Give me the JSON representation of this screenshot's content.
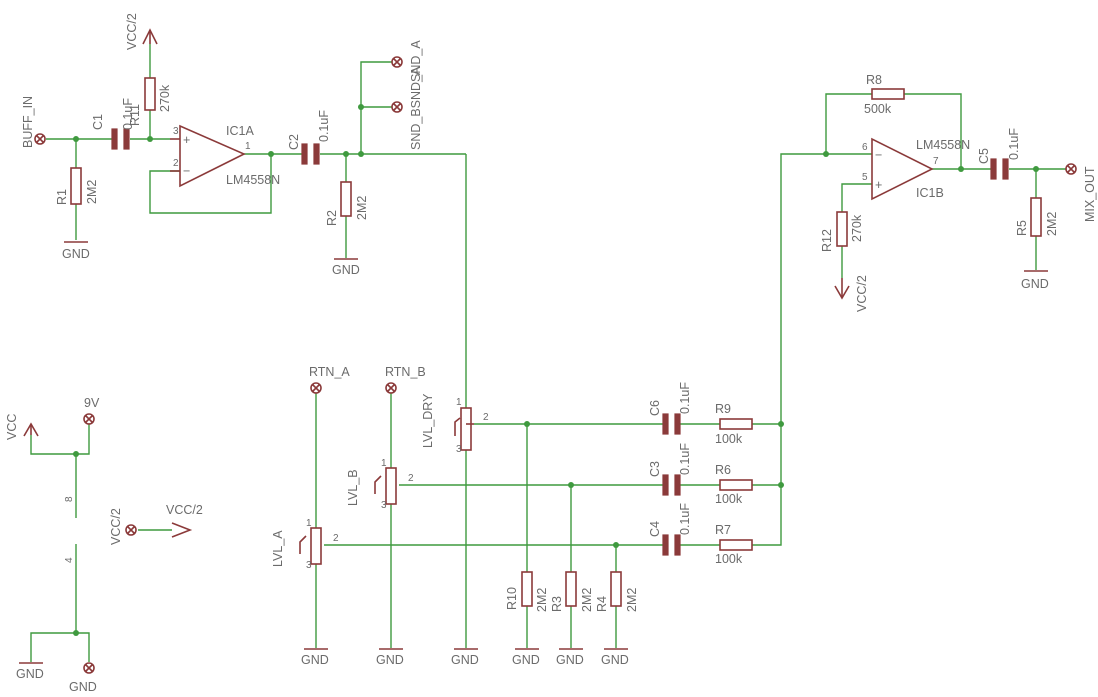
{
  "colors": {
    "wire": "#3f9a3f",
    "part": "#8b3a3a",
    "text": "#6b6b6b"
  },
  "nets": {
    "buff_in": "BUFF_IN",
    "snd_a": "SND_A",
    "snd_bsnd_a": "SND_BSND_A",
    "mix_out": "MIX_OUT",
    "rtn_a": "RTN_A",
    "rtn_b": "RTN_B",
    "vcc": "VCC",
    "vcc2": "VCC/2",
    "v9": "9V",
    "gnd": "GND"
  },
  "resistors": {
    "r1": {
      "name": "R1",
      "value": "2M2"
    },
    "r2": {
      "name": "R2",
      "value": "2M2"
    },
    "r3": {
      "name": "R3",
      "value": "2M2"
    },
    "r4": {
      "name": "R4",
      "value": "2M2"
    },
    "r5": {
      "name": "R5",
      "value": "2M2"
    },
    "r6": {
      "name": "R6",
      "value": "100k"
    },
    "r7": {
      "name": "R7",
      "value": "100k"
    },
    "r8": {
      "name": "R8",
      "value": "500k"
    },
    "r9": {
      "name": "R9",
      "value": "100k"
    },
    "r10": {
      "name": "R10",
      "value": "2M2"
    },
    "r11": {
      "name": "R11",
      "value": "270k"
    },
    "r12": {
      "name": "R12",
      "value": "270k"
    }
  },
  "capacitors": {
    "c1": {
      "name": "C1",
      "value": "0.1uF"
    },
    "c2": {
      "name": "C2",
      "value": "0.1uF"
    },
    "c3": {
      "name": "C3",
      "value": "0.1uF"
    },
    "c4": {
      "name": "C4",
      "value": "0.1uF"
    },
    "c5": {
      "name": "C5",
      "value": "0.1uF"
    },
    "c6": {
      "name": "C6",
      "value": "0.1uF"
    }
  },
  "opamps": {
    "ic1a": {
      "name": "IC1A",
      "part": "LM4558N",
      "pin_in_plus": "3",
      "pin_in_minus": "2",
      "pin_out": "1"
    },
    "ic1b": {
      "name": "IC1B",
      "part": "LM4558N",
      "pin_in_minus": "6",
      "pin_in_plus": "5",
      "pin_out": "7"
    },
    "power_pin_top": "8",
    "power_pin_bottom": "4"
  },
  "pots": {
    "lvl_a": {
      "name": "LVL_A"
    },
    "lvl_b": {
      "name": "LVL_B"
    },
    "lvl_dry": {
      "name": "LVL_DRY"
    },
    "pin1": "1",
    "pin2": "2",
    "pin3": "3"
  },
  "symbols": {
    "plus": "+",
    "minus": "−"
  }
}
